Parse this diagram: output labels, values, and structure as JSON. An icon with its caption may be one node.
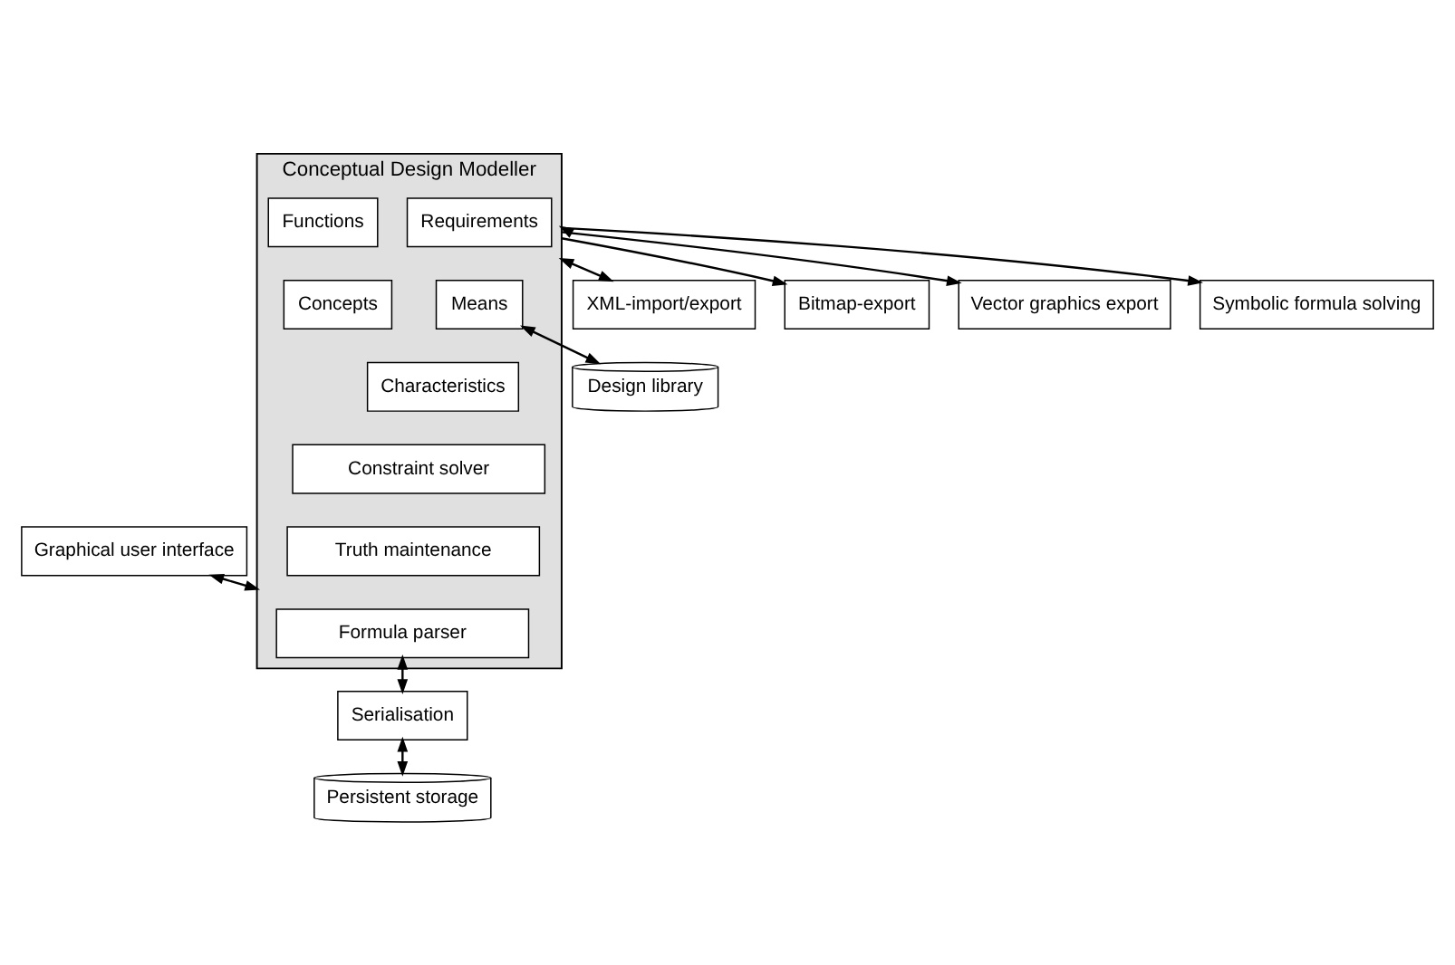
{
  "diagram": {
    "nodes": [
      {
        "text": [
          "Graphical user interface"
        ]
      },
      {
        "text": [
          "Conceptual Design Modeller"
        ]
      },
      {
        "text": [
          "Requirements"
        ],
        "in": 1
      },
      {
        "text": [
          "Functions"
        ],
        "in": 1
      },
      {
        "text": [
          "Means"
        ],
        "in": 1
      },
      {
        "text": [
          "Concepts"
        ],
        "in": 1
      },
      {
        "text": [
          "Characteristics"
        ],
        "in": 1
      },
      {
        "text": [
          "Constraint solver"
        ],
        "in": 1
      },
      {
        "text": [
          "Truth maintenance"
        ],
        "in": 1
      },
      {
        "text": [
          "Formula parser"
        ],
        "in": 1
      },
      {
        "text": [
          "XML-import/export"
        ]
      },
      {
        "text": [
          "Bitmap-export"
        ]
      },
      {
        "text": [
          "Vector graphics export"
        ]
      },
      {
        "text": [
          "Design library"
        ]
      },
      {
        "text": [
          "Serialisation"
        ]
      },
      {
        "text": [
          "Persistent storage"
        ]
      },
      {
        "text": [
          "Symbolic formula solving"
        ]
      }
    ],
    "edges": [
      {
        "from": 0,
        "to": 1,
        "arrow": "both"
      },
      {
        "from": 1,
        "to": 10,
        "arrow": "both"
      },
      {
        "from": 1,
        "to": 11,
        "arrow": "to"
      },
      {
        "from": 1,
        "to": 12,
        "arrow": "to"
      },
      {
        "from": 4,
        "to": 13,
        "arrow": "both"
      },
      {
        "from": 9,
        "to": 14,
        "arrow": "both"
      },
      {
        "from": 14,
        "to": 15,
        "arrow": "both"
      },
      {
        "from": 1,
        "to": 16,
        "arrow": "both"
      }
    ]
  }
}
